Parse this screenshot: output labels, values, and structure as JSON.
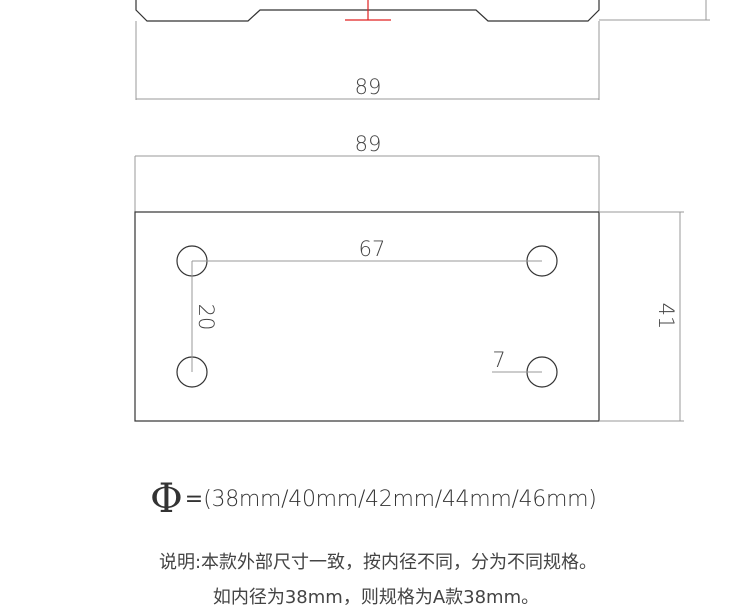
{
  "top_view": {
    "width_label": "89"
  },
  "plate": {
    "width_label": "89",
    "height_label": "41",
    "hole_spacing_horizontal": "67",
    "hole_spacing_vertical": "20",
    "hole_diameter": "7"
  },
  "formula": {
    "symbol": "Φ",
    "equals": "=",
    "values": "(38mm/40mm/42mm/44mm/46mm)"
  },
  "notes": {
    "line1": "说明:本款外部尺寸一致，按内径不同，分为不同规格。",
    "line2": "如内径为38mm，则规格为A款38mm。"
  },
  "colors": {
    "line": "#333333",
    "dimension_line": "#888888",
    "accent_red": "#e02020"
  }
}
